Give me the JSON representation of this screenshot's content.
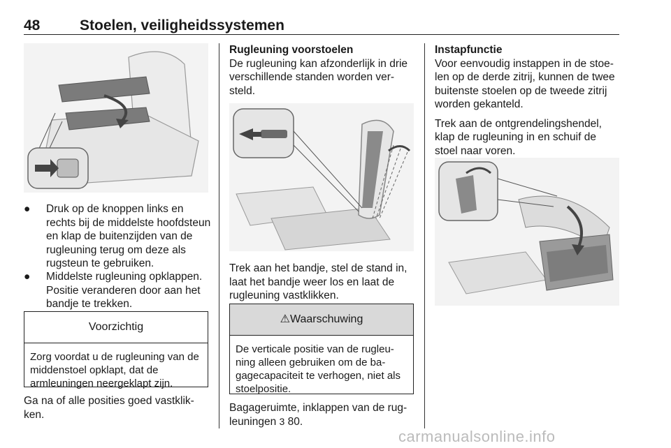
{
  "header": {
    "page_number": "48",
    "title": "Stoelen, veiligheidssystemen"
  },
  "col1": {
    "figure": {
      "icon": "rear-seat-backrest-illustration"
    },
    "bullets": [
      "Druk op de knoppen links en rechts bij de middelste hoofd­steun en klap de buitenzijden van de rugleuning terug om deze als rugsteun te gebruiken.",
      "Middelste rugleuning opklappen. Positie veranderen door aan het bandje te trekken."
    ],
    "caution": {
      "title": "Voorzichtig",
      "text": "Zorg voordat u de rugleuning van de middenstoel opklapt, dat de armleuningen neergeklapt zijn."
    },
    "after_text": "Ga na of alle posities goed vastklik­ken."
  },
  "col2": {
    "heading": "Rugleuning voorstoelen",
    "intro": "De rugleuning kan afzonderlijk in drie verschillende standen worden ver­steld.",
    "figure": {
      "icon": "seat-recline-illustration"
    },
    "text": "Trek aan het bandje, stel de stand in, laat het bandje weer los en laat de rugleuning vastklikken.",
    "warning": {
      "icon": "warning-triangle-icon",
      "title": "Waarschuwing",
      "text": "De verticale positie van de rugleu­ning alleen gebruiken om de ba­gagecapaciteit te verhogen, niet als stoelpositie."
    },
    "ref_text": "Bagageruimte, inklappen van de rug­leuningen",
    "ref_symbol": "3",
    "ref_page": "80."
  },
  "col3": {
    "heading": "Instapfunctie",
    "p1": "Voor eenvoudig instappen in de stoe­len op de derde zitrij, kunnen de twee buitenste stoelen op de tweede zitrij worden gekanteld.",
    "p2": "Trek aan de ontgrendelingshendel, klap de rugleuning in en schuif de stoel naar voren.",
    "figure": {
      "icon": "easy-entry-illustration"
    }
  },
  "footer": {
    "watermark": "carmanualsonline.info"
  }
}
